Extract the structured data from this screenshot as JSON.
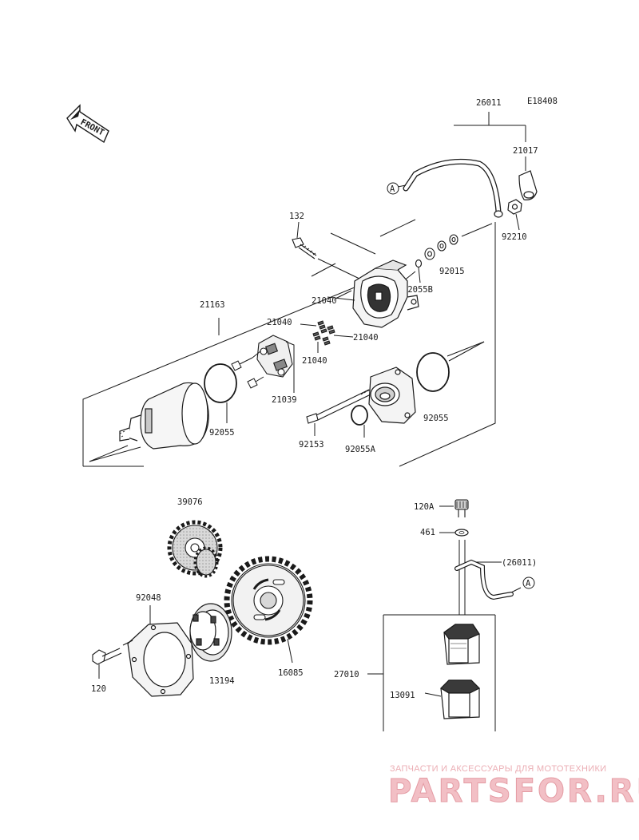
{
  "diagram_code": "E18408",
  "front_label": "FRONT",
  "callout_a": "A",
  "parts": {
    "p26011": "26011",
    "p21017": "21017",
    "p92210": "92210",
    "p132": "132",
    "p92015": "92015",
    "p92055b": "92055B",
    "p21163": "21163",
    "p21040a": "21040",
    "p21040b": "21040",
    "p21040c": "21040",
    "p21040d": "21040",
    "p21039": "21039",
    "p92055_left": "92055",
    "p92055_right": "92055",
    "p92153": "92153",
    "p92055a": "92055A",
    "p39076": "39076",
    "p120a": "120A",
    "p461": "461",
    "p26011_ref": "(26011)",
    "p92048": "92048",
    "p120": "120",
    "p13194": "13194",
    "p16085": "16085",
    "p27010": "27010",
    "p13091": "13091"
  },
  "watermark": {
    "top": "ЗАПЧАСТИ И АКСЕССУАРЫ ДЛЯ МОТОТЕХНИКИ",
    "main": "PARTSFOR.RU",
    "color": "#e8a0a8"
  }
}
